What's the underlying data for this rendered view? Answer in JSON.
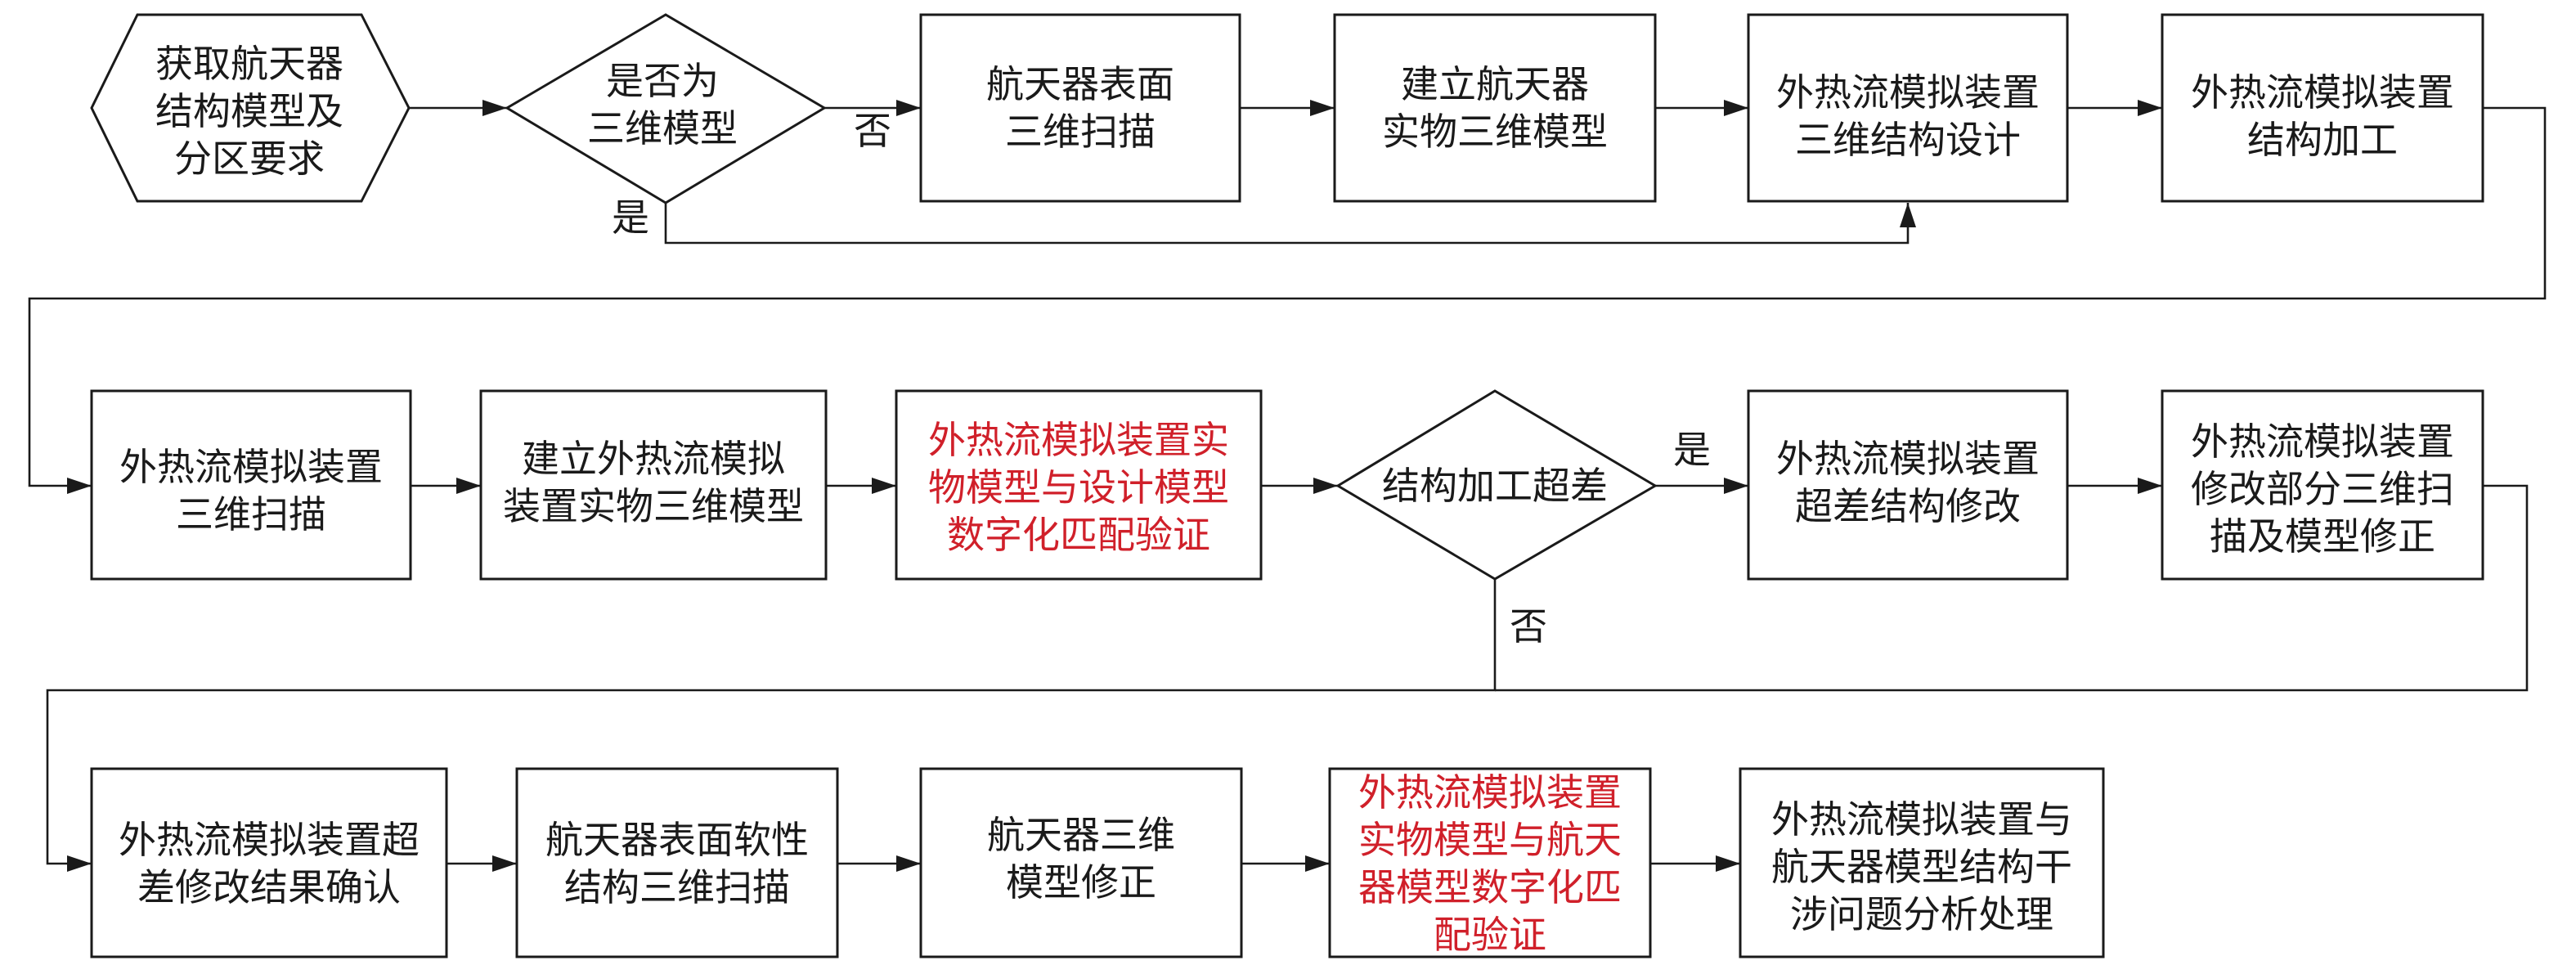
{
  "nodes": [
    {
      "id": "start",
      "lines": [
        "获取航天器",
        "结构模型及",
        "分区要求"
      ]
    },
    {
      "id": "d1",
      "lines": [
        "是否为",
        "三维模型"
      ]
    },
    {
      "id": "n1",
      "lines": [
        "航天器表面",
        "三维扫描"
      ]
    },
    {
      "id": "n2",
      "lines": [
        "建立航天器",
        "实物三维模型"
      ]
    },
    {
      "id": "n3",
      "lines": [
        "外热流模拟装置",
        "三维结构设计"
      ]
    },
    {
      "id": "n4",
      "lines": [
        "外热流模拟装置",
        "结构加工"
      ]
    },
    {
      "id": "n5",
      "lines": [
        "外热流模拟装置",
        "三维扫描"
      ]
    },
    {
      "id": "n6",
      "lines": [
        "建立外热流模拟",
        "装置实物三维模型"
      ]
    },
    {
      "id": "n7",
      "lines": [
        "外热流模拟装置实",
        "物模型与设计模型",
        "数字化匹配验证"
      ],
      "color": "#d0202a"
    },
    {
      "id": "d2",
      "lines": [
        "结构加工超差"
      ]
    },
    {
      "id": "n8",
      "lines": [
        "外热流模拟装置",
        "超差结构修改"
      ]
    },
    {
      "id": "n9",
      "lines": [
        "外热流模拟装置",
        "修改部分三维扫",
        "描及模型修正"
      ]
    },
    {
      "id": "n10",
      "lines": [
        "外热流模拟装置超",
        "差修改结果确认"
      ]
    },
    {
      "id": "n11",
      "lines": [
        "航天器表面软性",
        "结构三维扫描"
      ]
    },
    {
      "id": "n12",
      "lines": [
        "航天器三维",
        "模型修正"
      ]
    },
    {
      "id": "n13",
      "lines": [
        "外热流模拟装置",
        "实物模型与航天",
        "器模型数字化匹",
        "配验证"
      ],
      "color": "#d0202a"
    },
    {
      "id": "n14",
      "lines": [
        "外热流模拟装置与",
        "航天器模型结构干",
        "涉问题分析处理"
      ]
    }
  ],
  "edge_labels": {
    "d1_no": "否",
    "d1_yes": "是",
    "d2_yes": "是",
    "d2_no": "否"
  }
}
